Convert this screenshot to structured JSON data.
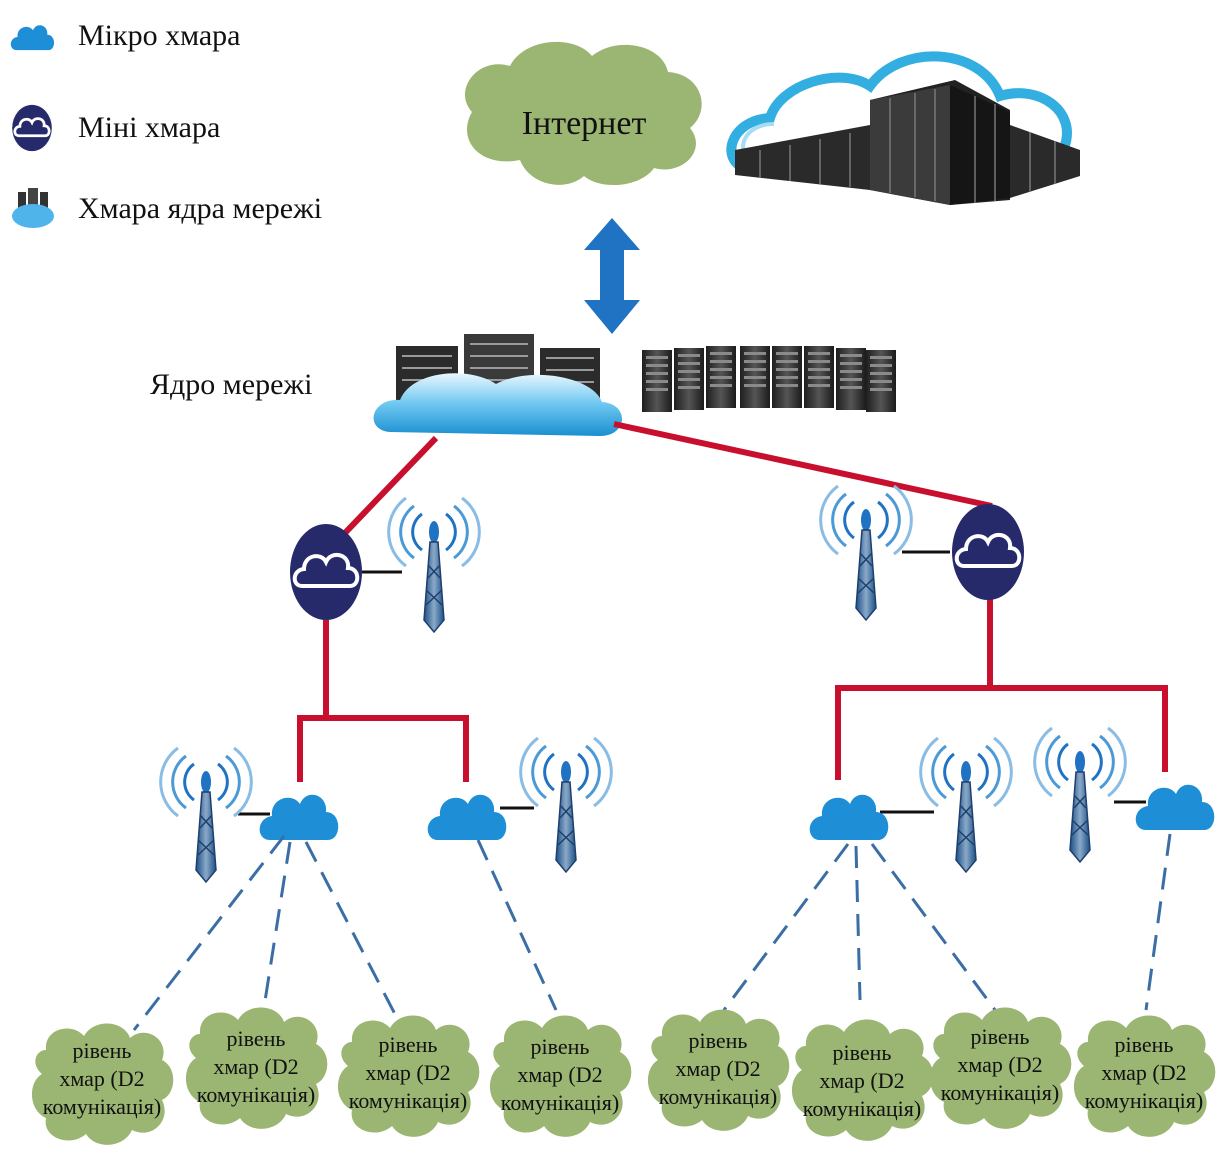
{
  "legend": [
    {
      "icon": "micro-cloud-icon",
      "label": "Мікро хмара"
    },
    {
      "icon": "mini-cloud-icon",
      "label": "Міні хмара"
    },
    {
      "icon": "core-cloud-icon",
      "label": "Хмара ядра мережі"
    }
  ],
  "internet_label": "Інтернет",
  "core_label": "Ядро мережі",
  "bubble": {
    "line1": "рівень",
    "line2": "хмар (D2",
    "line3": "комунікація)"
  },
  "colors": {
    "link": "#c8102e",
    "micro_cloud": "#1e8fd6",
    "mini_cloud": "#262a6b",
    "arrow": "#1f73c2",
    "bubble_fill": "#9bb573",
    "dashed": "#3a6ea5"
  }
}
